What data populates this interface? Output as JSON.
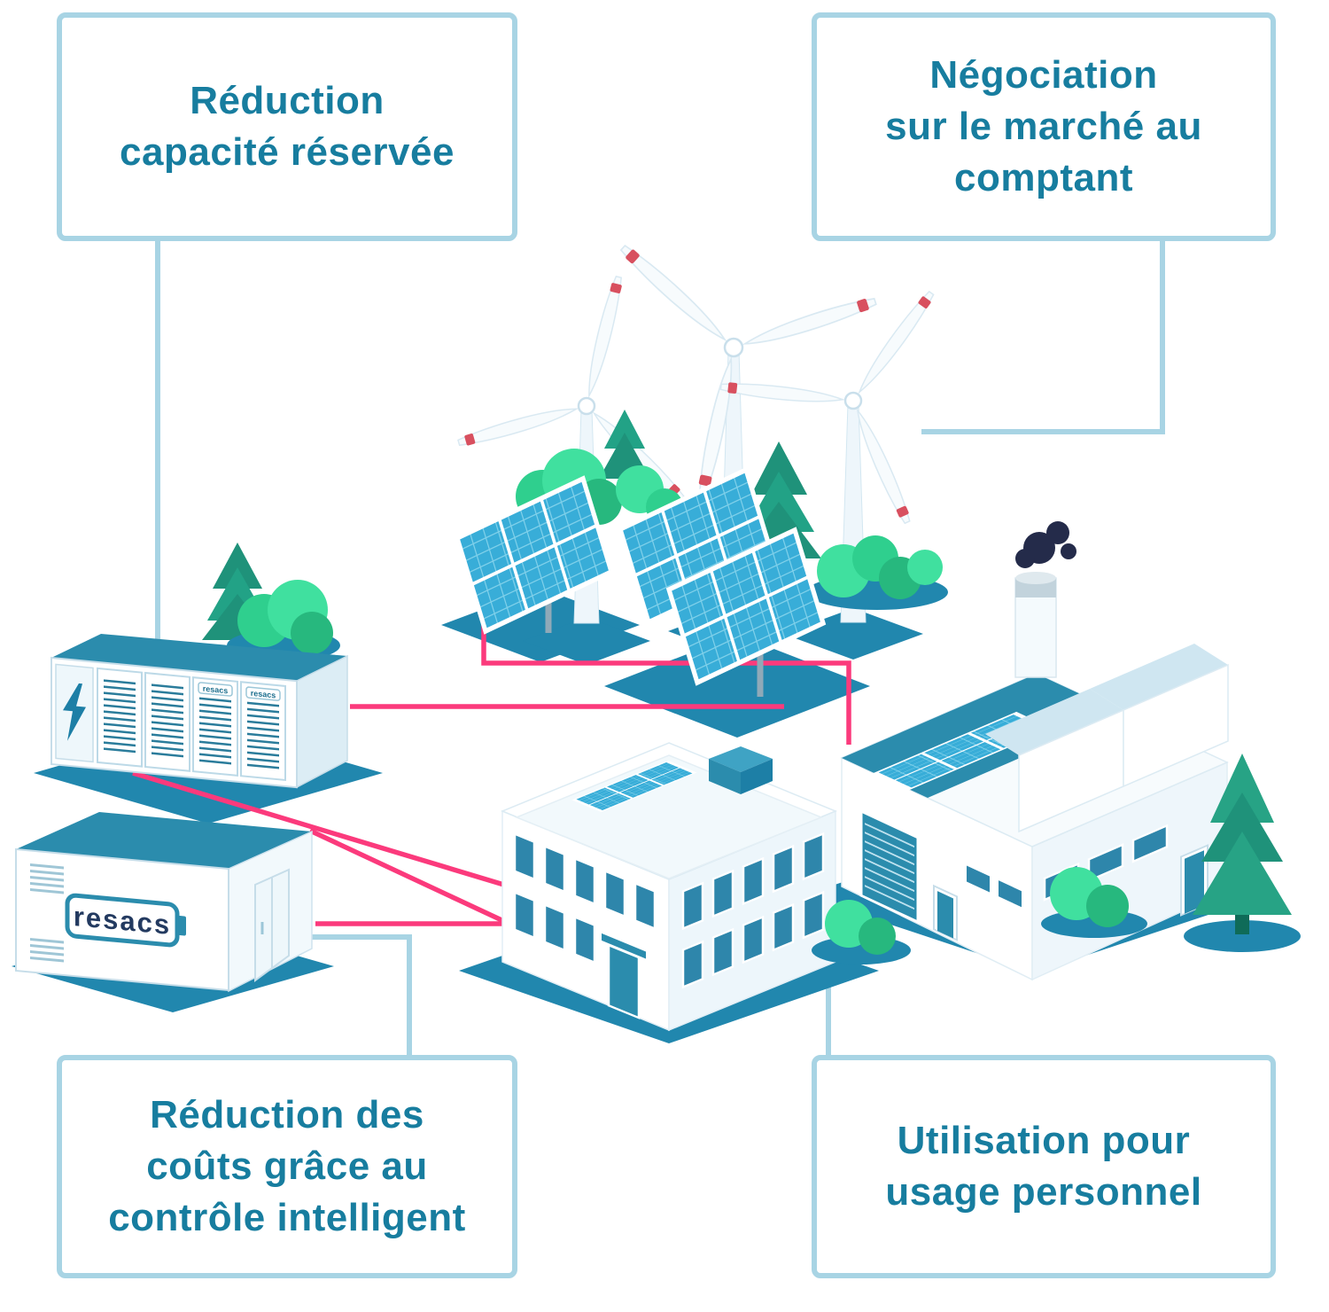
{
  "callouts": {
    "top_left": "Réduction\ncapacité réservée",
    "top_right": "Négociation\nsur le marché au\ncomptant",
    "bottom_left": "Réduction des\ncoûts grâce au\ncontrôle intelligent",
    "bottom_right": "Utilisation pour\nusage personnel"
  },
  "labels": {
    "battery_brand": "resacs"
  },
  "colors": {
    "accent_pink": "#fb3a7c",
    "callout_border": "#a8d4e4",
    "callout_text": "#177d9f",
    "structure_teal": "#2b8cad",
    "panel_blue": "#38add8",
    "ground_teal": "#2187ae",
    "bush_green": "#40e09f",
    "pine_green": "#22a286",
    "smoke_navy": "#242b4a",
    "blade_tip_red": "#d8505f"
  },
  "scene": {
    "elements": [
      "wind-turbines",
      "solar-panels",
      "battery-rack",
      "battery-container",
      "office-building",
      "factory",
      "trees",
      "power-network-lines"
    ]
  }
}
